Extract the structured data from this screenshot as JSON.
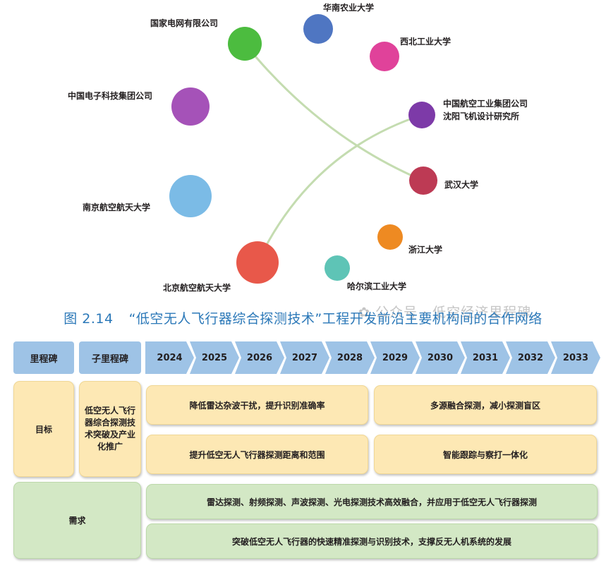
{
  "network": {
    "nodes": [
      {
        "id": "sgcc",
        "label_lines": [
          "国家电网有限公司"
        ],
        "color": "#4cbc3f"
      },
      {
        "id": "scau",
        "label_lines": [
          "华南农业大学"
        ],
        "color": "#4f76c2"
      },
      {
        "id": "nwpu",
        "label_lines": [
          "西北工业大学"
        ],
        "color": "#e0429a"
      },
      {
        "id": "cetc",
        "label_lines": [
          "中国电子科技集团公司"
        ],
        "color": "#a552b8"
      },
      {
        "id": "avic",
        "label_lines": [
          "中国航空工业集团公司",
          "沈阳飞机设计研究所"
        ],
        "color": "#7d3aa8"
      },
      {
        "id": "whu",
        "label_lines": [
          "武汉大学"
        ],
        "color": "#bd3a54"
      },
      {
        "id": "nuaa",
        "label_lines": [
          "南京航空航天大学"
        ],
        "color": "#7bbbe6"
      },
      {
        "id": "zju",
        "label_lines": [
          "浙江大学"
        ],
        "color": "#ee8a22"
      },
      {
        "id": "buaa",
        "label_lines": [
          "北京航空航天大学"
        ],
        "color": "#e8584a"
      },
      {
        "id": "hit",
        "label_lines": [
          "哈尔滨工业大学"
        ],
        "color": "#5ec4b6"
      }
    ],
    "links": [
      {
        "from": "sgcc",
        "to": "whu"
      },
      {
        "from": "buaa",
        "to": "avic"
      }
    ]
  },
  "caption": {
    "number": "图 2.14",
    "title": "“低空无人飞行器综合探测技术”工程开发前沿主要机构间的合作网络"
  },
  "watermark": "公众号 · 低空经济里程碑",
  "roadmap": {
    "milestone_header": "里程碑",
    "sub_milestone_header": "子里程碑",
    "years": [
      "2024",
      "2025",
      "2026",
      "2027",
      "2028",
      "2029",
      "2030",
      "2031",
      "2032",
      "2033"
    ],
    "goal_label": "目标",
    "sub_milestone_text": "低空无人飞行器综合探测技术突破及产业化推广",
    "goals": [
      "降低雷达杂波干扰，提升识别准确率",
      "多源融合探测，减小探测盲区",
      "提升低空无人飞行器探测距离和范围",
      "智能跟踪与察打一体化"
    ],
    "need_label": "需求",
    "needs": [
      "雷达探测、射频探测、声波探测、光电探测技术高效融合，并应用于低空无人飞行器探测",
      "突破低空无人飞行器的快速精准探测与识别技术，支撑反无人机系统的发展"
    ]
  }
}
